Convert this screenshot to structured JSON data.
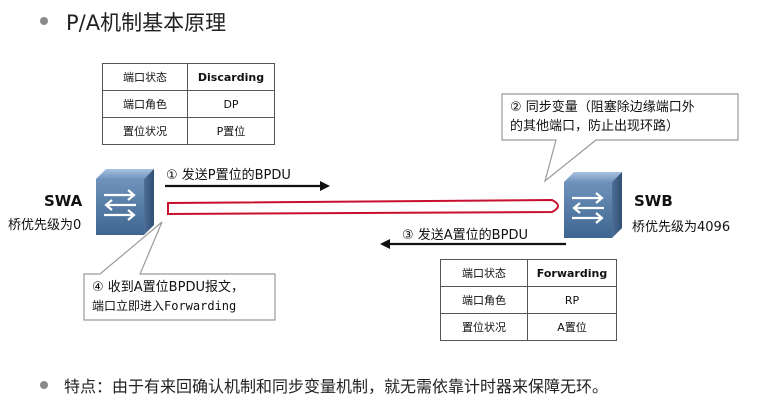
{
  "title": "P/A机制基本原理",
  "swa": {
    "name": "SWA",
    "priority": "桥优先级为0"
  },
  "swb": {
    "name": "SWB",
    "priority": "桥优先级为4096"
  },
  "table_swa": {
    "rows": [
      {
        "label": "端口状态",
        "value": "Discarding"
      },
      {
        "label": "端口角色",
        "value": "DP"
      },
      {
        "label": "置位状况",
        "value": "P置位"
      }
    ]
  },
  "table_swb": {
    "rows": [
      {
        "label": "端口状态",
        "value": "Forwarding"
      },
      {
        "label": "端口角色",
        "value": "RP"
      },
      {
        "label": "置位状况",
        "value": "A置位"
      }
    ]
  },
  "step1": "① 发送P置位的BPDU",
  "step2_line1": "② 同步变量（阻塞除边缘端口外",
  "step2_line2": "的其他端口，防止出现环路）",
  "step3": "③ 发送A置位的BPDU",
  "step4_line1": "④ 收到A置位BPDU报文，",
  "step4_line2": "端口立即进入Forwarding",
  "footer": "特点：由于有来回确认机制和同步变量机制，就无需依靠计时器来保障无环。",
  "colors": {
    "link_red": "#c8102e",
    "arrow_black": "#111111",
    "callout_border": "#9a9a9a",
    "switch_body": "#5b7fa6"
  }
}
